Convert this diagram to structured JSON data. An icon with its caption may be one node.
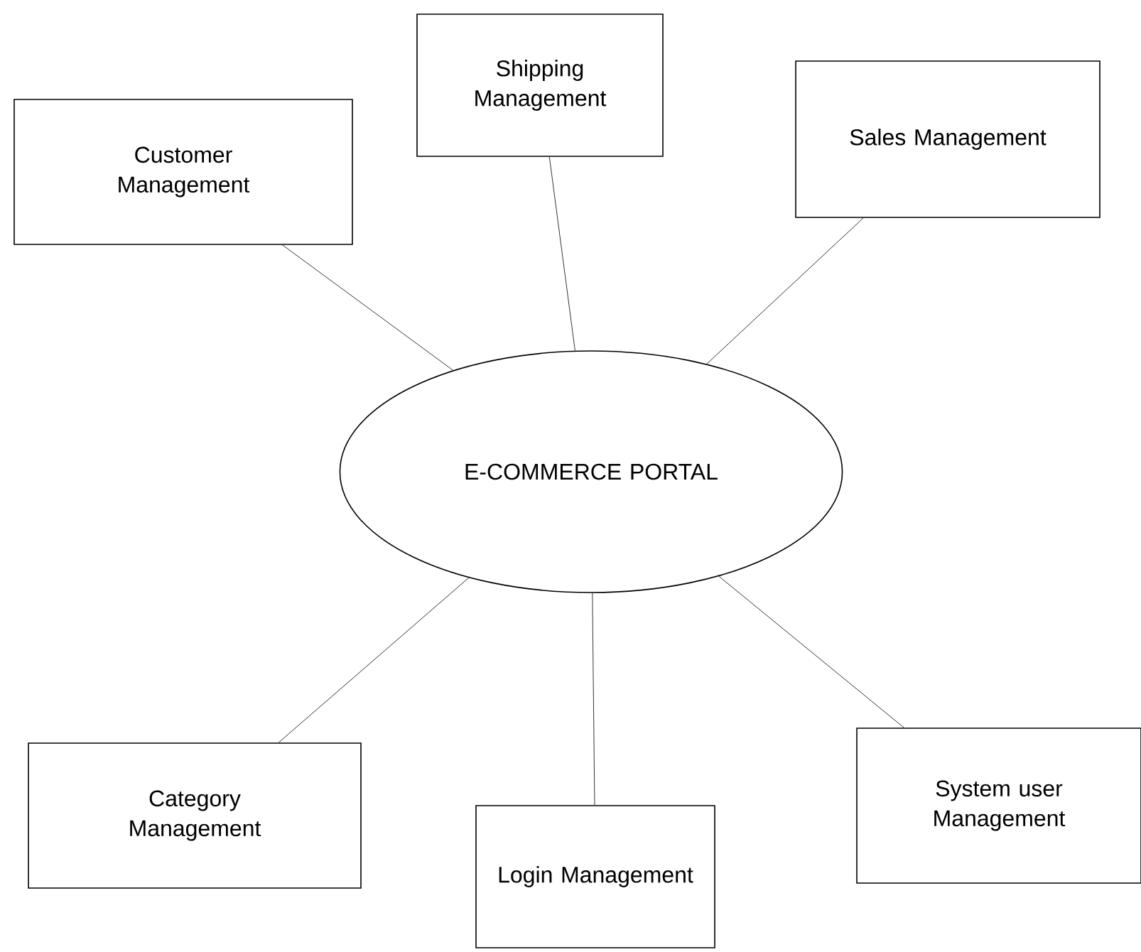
{
  "diagram": {
    "nodes": [
      {
        "text": [
          "E-COMMERCE PORTAL"
        ]
      },
      {
        "text": [
          "Customer Management"
        ]
      },
      {
        "text": [
          "Shipping Management"
        ]
      },
      {
        "text": [
          "Sales Management"
        ]
      },
      {
        "text": [
          "Category Management"
        ]
      },
      {
        "text": [
          "Login Management"
        ]
      },
      {
        "text": [
          "System user Management"
        ]
      }
    ],
    "edges": [
      {
        "from": 0,
        "to": 1,
        "arrow": "none"
      },
      {
        "from": 0,
        "to": 2,
        "arrow": "none"
      },
      {
        "from": 0,
        "to": 3,
        "arrow": "none"
      },
      {
        "from": 0,
        "to": 4,
        "arrow": "none"
      },
      {
        "from": 0,
        "to": 5,
        "arrow": "none"
      },
      {
        "from": 0,
        "to": 6,
        "arrow": "none"
      }
    ]
  }
}
